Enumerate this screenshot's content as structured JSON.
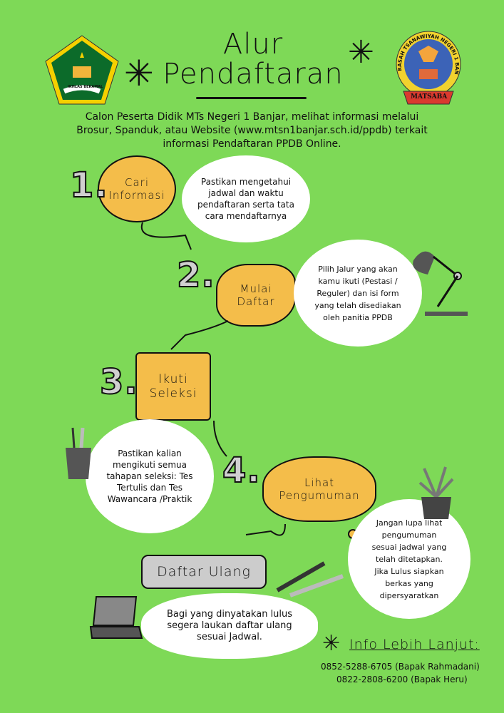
{
  "header": {
    "title_line1": "Alur",
    "title_line2": "Pendaftaran",
    "logo_left_text": "IKHLAS BERAMAL",
    "logo_right_text": "MADRASAH TSANAWIYAH NEGERI 1 BANJAR",
    "logo_right_banner": "MATSABA"
  },
  "intro": "Calon Peserta Didik MTs Negeri 1 Banjar, melihat informasi melalui Brosur, Spanduk, atau Website (www.mtsn1banjar.sch.id/ppdb) terkait informasi Pendaftaran PPDB Online.",
  "steps": [
    {
      "number": "1.",
      "label": "Cari Informasi",
      "desc": "Pastikan mengetahui jadwal dan waktu pendaftaran serta tata cara mendaftarnya"
    },
    {
      "number": "2.",
      "label": "Mulai Daftar",
      "desc": "Pilih Jalur yang akan kamu ikuti (Pestasi / Reguler) dan isi form yang telah disediakan oleh panitia PPDB"
    },
    {
      "number": "3.",
      "label": "Ikuti Seleksi",
      "desc": "Pastikan kalian mengikuti semua tahapan seleksi: Tes Tertulis dan Tes Wawancara /Praktik"
    },
    {
      "number": "4.",
      "label": "Lihat Pengumuman",
      "desc": "Jangan lupa lihat pengumuman sesuai jadwal yang telah ditetapkan. Jika Lulus siapkan berkas yang dipersyaratkan"
    },
    {
      "label": "Daftar Ulang",
      "desc": "Bagi yang dinyatakan lulus segera laukan daftar ulang sesuai Jadwal."
    }
  ],
  "contact": {
    "heading": "Info Lebih Lanjut:",
    "lines": [
      "0852-5288-6705 (Bapak Rahmadani)",
      "0822-2808-6200 (Bapak Heru)"
    ]
  }
}
